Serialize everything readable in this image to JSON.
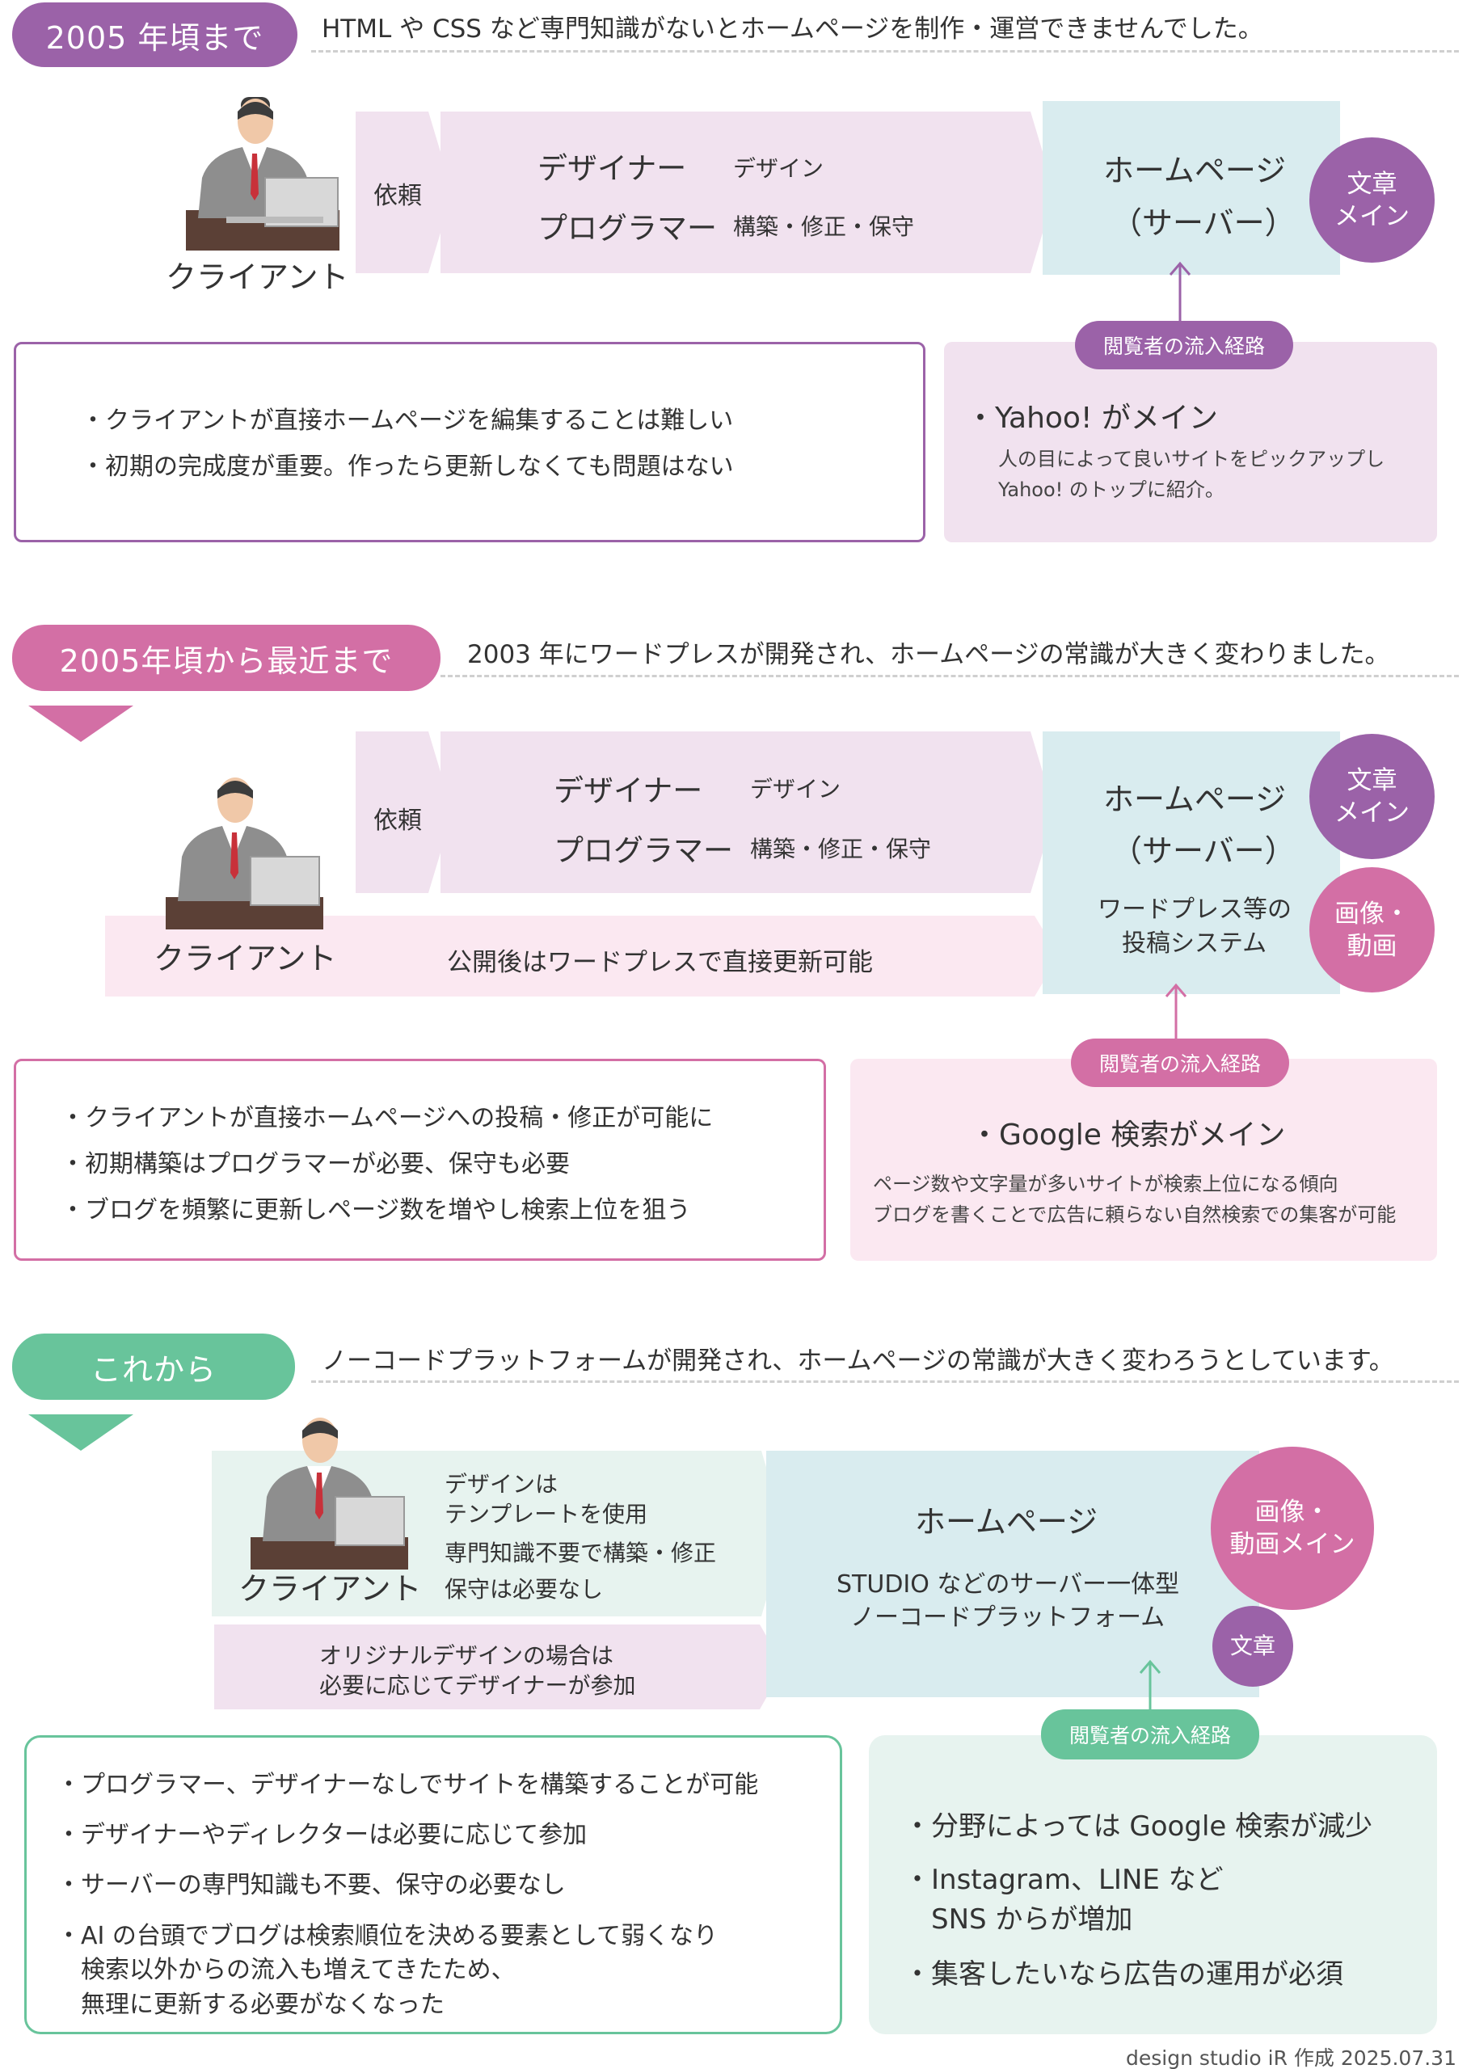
{
  "colors": {
    "purple": "#9b62a8",
    "pink": "#d36fa5",
    "green": "#68c49b",
    "lavender": "#f1e2ef",
    "pinklight": "#fbe8f1",
    "blue": "#d9ecef",
    "greenlight": "#e7f3ef"
  },
  "s1": {
    "pill": "2005 年頃まで",
    "headline": "HTML や CSS など専門知識がないとホームページを制作・運営できませんでした。",
    "client": "クライアント",
    "request": "依頼",
    "designer": "デザイナー",
    "designer_role": "デザイン",
    "programmer": "プログラマー",
    "programmer_role": "構築・修正・保守",
    "hp_title": "ホームページ",
    "hp_sub": "（サーバー）",
    "circle1_l1": "文章",
    "circle1_l2": "メイン",
    "route_tag": "閲覧者の流入経路",
    "left_bullets": [
      "・クライアントが直接ホームページを編集することは難しい",
      "・初期の完成度が重要。作ったら更新しなくても問題はない"
    ],
    "right_main": "・Yahoo! がメイン",
    "right_sub1": "人の目によって良いサイトをピックアップし",
    "right_sub2": "Yahoo! のトップに紹介。"
  },
  "s2": {
    "pill": "2005年頃から最近まで",
    "headline": "2003 年にワードプレスが開発され、ホームページの常識が大きく変わりました。",
    "client": "クライアント",
    "request": "依頼",
    "designer": "デザイナー",
    "designer_role": "デザイン",
    "programmer": "プログラマー",
    "programmer_role": "構築・修正・保守",
    "wp_band": "公開後はワードプレスで直接更新可能",
    "hp_title": "ホームページ",
    "hp_sub": "（サーバー）",
    "hp_sys1": "ワードプレス等の",
    "hp_sys2": "投稿システム",
    "circle1_l1": "文章",
    "circle1_l2": "メイン",
    "circle2_l1": "画像・",
    "circle2_l2": "動画",
    "route_tag": "閲覧者の流入経路",
    "left_bullets": [
      "・クライアントが直接ホームページへの投稿・修正が可能に",
      "・初期構築はプログラマーが必要、保守も必要",
      "・ブログを頻繁に更新しページ数を増やし検索上位を狙う"
    ],
    "right_main": "・Google 検索がメイン",
    "right_sub1": "ページ数や文字量が多いサイトが検索上位になる傾向",
    "right_sub2": "ブログを書くことで広告に頼らない自然検索での集客が可能"
  },
  "s3": {
    "pill": "これから",
    "headline": "ノーコードプラットフォームが開発され、ホームページの常識が大きく変わろうとしています。",
    "client": "クライアント",
    "c_l1": "デザインは",
    "c_l2": "テンプレートを使用",
    "c_l3": "専門知識不要で構築・修正",
    "c_l4": "保守は必要なし",
    "orig_l1": "オリジナルデザインの場合は",
    "orig_l2": "必要に応じてデザイナーが参加",
    "hp_title": "ホームページ",
    "hp_sub1": "STUDIO などのサーバー一体型",
    "hp_sub2": "ノーコードプラットフォーム",
    "circle1_l1": "画像・",
    "circle1_l2": "動画メイン",
    "circle2": "文章",
    "route_tag": "閲覧者の流入経路",
    "left_bullets": [
      "・プログラマー、デザイナーなしでサイトを構築することが可能",
      "・デザイナーやディレクターは必要に応じて参加",
      "・サーバーの専門知識も不要、保守の必要なし",
      "・AI の台頭でブログは検索順位を決める要素として弱くなり",
      "　検索以外からの流入も増えてきたため、",
      "　無理に更新する必要がなくなった"
    ],
    "right_bullets": [
      "・分野によっては Google 検索が減少",
      "・Instagram、LINE など",
      "　SNS からが増加",
      "・集客したいなら広告の運用が必須"
    ]
  },
  "footer": "design studio iR 作成 2025.07.31"
}
